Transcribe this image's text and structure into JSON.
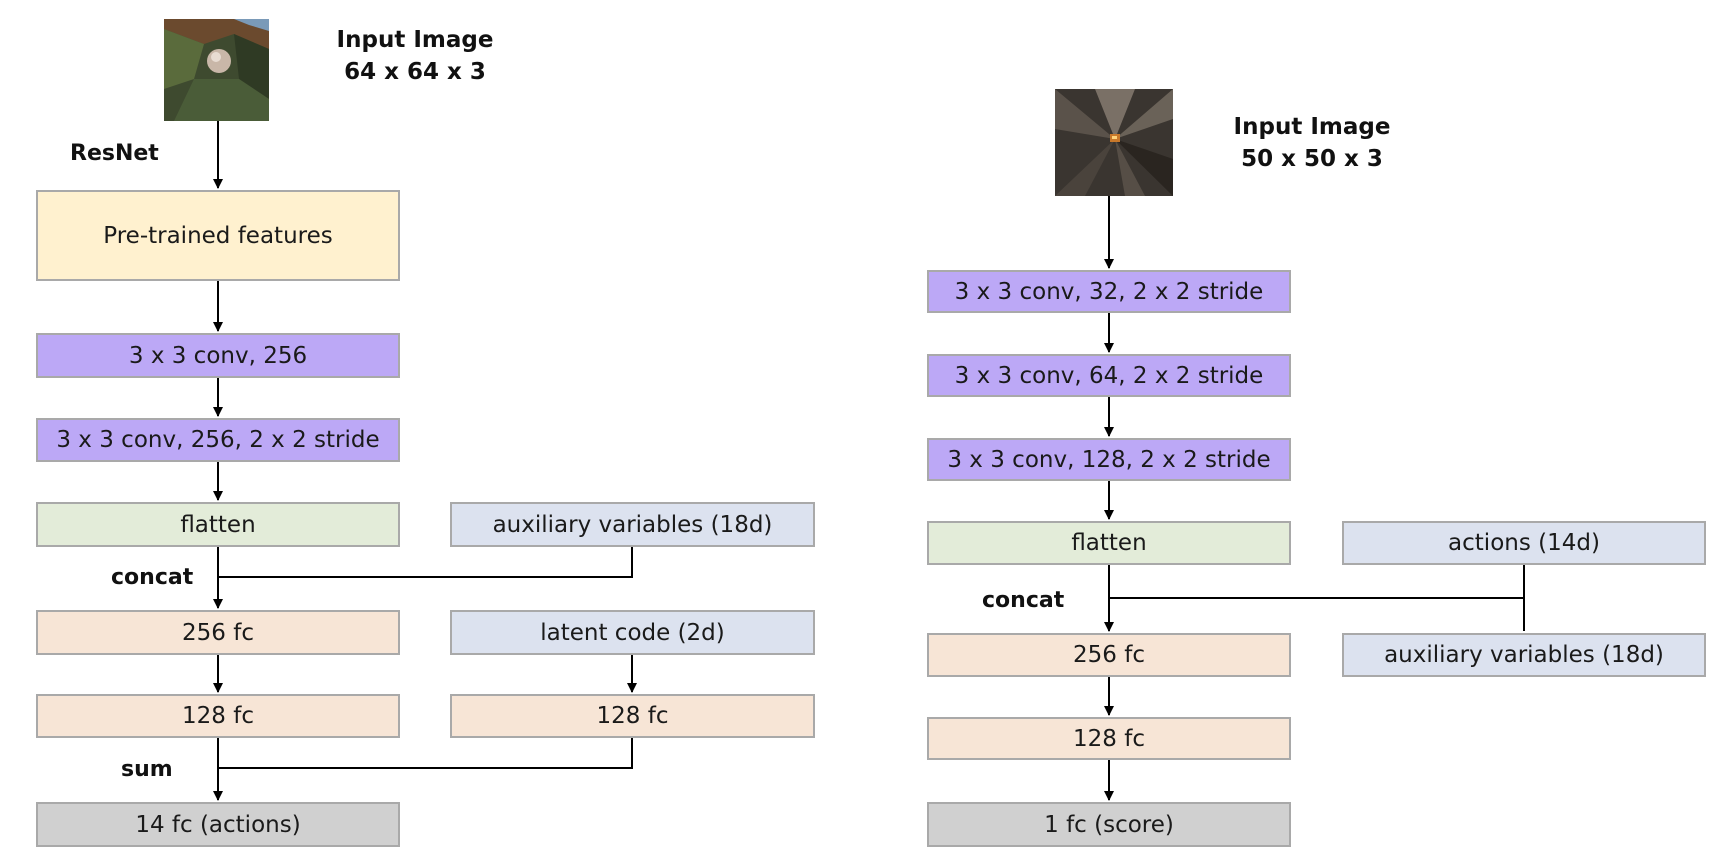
{
  "left": {
    "input_title_line1": "Input Image",
    "input_title_line2": "64 x 64 x 3",
    "resnet_label": "ResNet",
    "pretrained": "Pre-trained features",
    "conv1": "3 x 3 conv, 256",
    "conv2": "3 x 3 conv, 256, 2 x 2 stride",
    "flatten": "flatten",
    "aux": "auxiliary variables (18d)",
    "concat_label": "concat",
    "fc256": "256 fc",
    "latent": "latent code (2d)",
    "fc128": "128 fc",
    "fc128_latent": "128 fc",
    "sum_label": "sum",
    "output": "14 fc (actions)"
  },
  "right": {
    "input_title_line1": "Input Image",
    "input_title_line2": "50 x 50 x 3",
    "conv1": "3 x 3 conv, 32, 2 x 2 stride",
    "conv2": "3 x 3 conv, 64, 2 x 2 stride",
    "conv3": "3 x 3 conv, 128, 2 x 2 stride",
    "flatten": "flatten",
    "actions": "actions (14d)",
    "concat_label": "concat",
    "fc256": "256 fc",
    "aux": "auxiliary variables (18d)",
    "fc128": "128 fc",
    "output": "1 fc (score)"
  },
  "colors": {
    "pretrained": "#fff1cf",
    "conv": "#bca8f6",
    "flatten": "#e3ecd9",
    "side_input": "#dce2ef",
    "fc": "#f7e5d6",
    "output": "#d0d0d0"
  }
}
